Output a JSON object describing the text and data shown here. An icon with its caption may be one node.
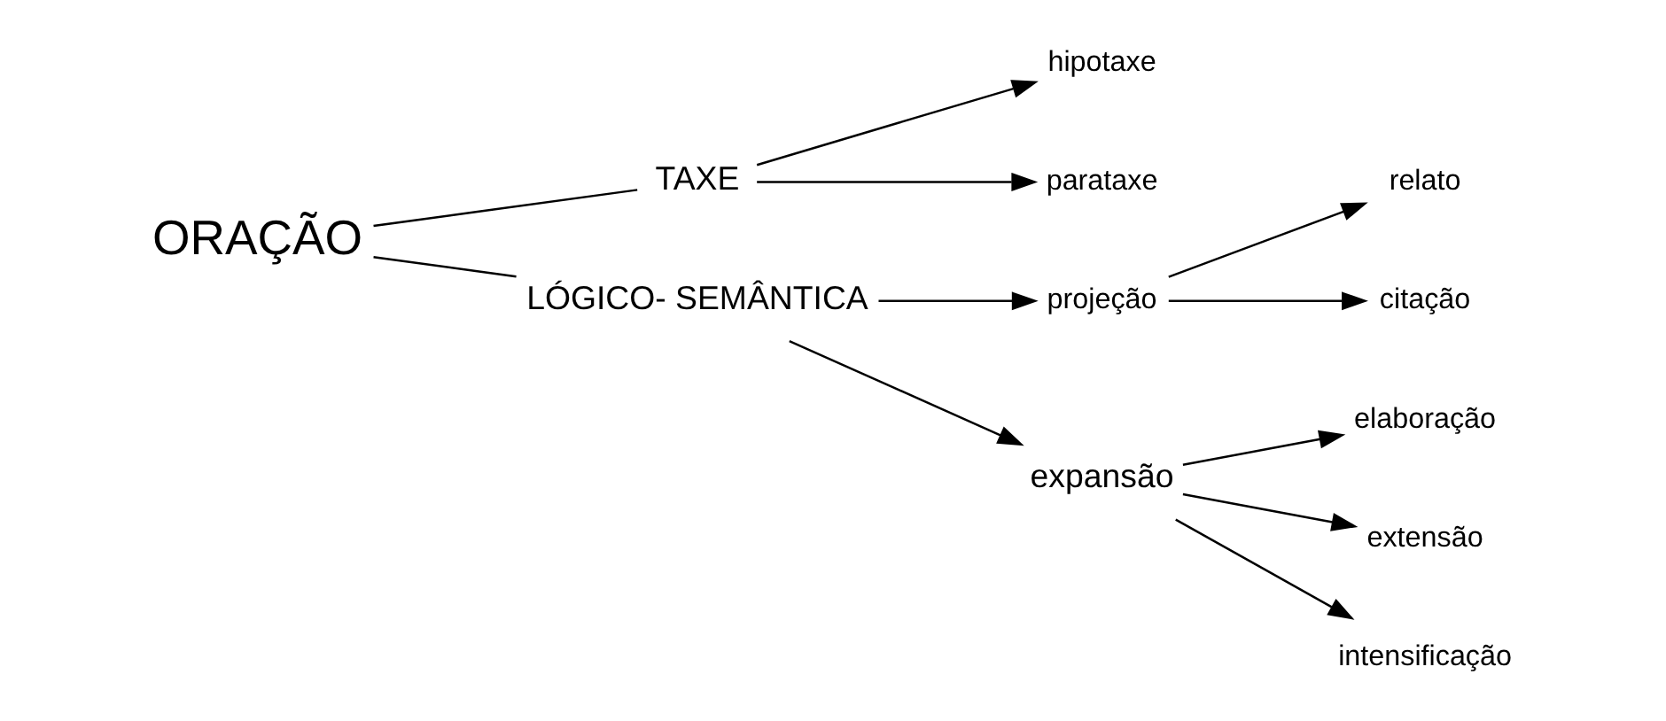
{
  "diagram": {
    "nodes": [
      {
        "text": [
          "ORAÇÃO"
        ]
      },
      {
        "text": [
          "TAXE"
        ]
      },
      {
        "text": [
          "hipotaxe"
        ]
      },
      {
        "text": [
          "parataxe"
        ]
      },
      {
        "text": [
          "LÓGICO- SEMÂNTICA"
        ]
      },
      {
        "text": [
          "projeção"
        ]
      },
      {
        "text": [
          "relato"
        ]
      },
      {
        "text": [
          "citação"
        ]
      },
      {
        "text": [
          "expansão"
        ]
      },
      {
        "text": [
          "elaboração"
        ]
      },
      {
        "text": [
          "extensão"
        ]
      },
      {
        "text": [
          "intensificação"
        ]
      }
    ],
    "edges": [
      {
        "from": 0,
        "to": 1,
        "arrow": "none"
      },
      {
        "from": 0,
        "to": 4,
        "arrow": "none"
      },
      {
        "from": 1,
        "to": 2,
        "arrow": "to"
      },
      {
        "from": 1,
        "to": 3,
        "arrow": "to"
      },
      {
        "from": 4,
        "to": 5,
        "arrow": "to"
      },
      {
        "from": 4,
        "to": 8,
        "arrow": "to"
      },
      {
        "from": 5,
        "to": 6,
        "arrow": "to"
      },
      {
        "from": 5,
        "to": 7,
        "arrow": "to"
      },
      {
        "from": 8,
        "to": 9,
        "arrow": "to"
      },
      {
        "from": 8,
        "to": 10,
        "arrow": "to"
      },
      {
        "from": 8,
        "to": 11,
        "arrow": "to"
      }
    ]
  }
}
